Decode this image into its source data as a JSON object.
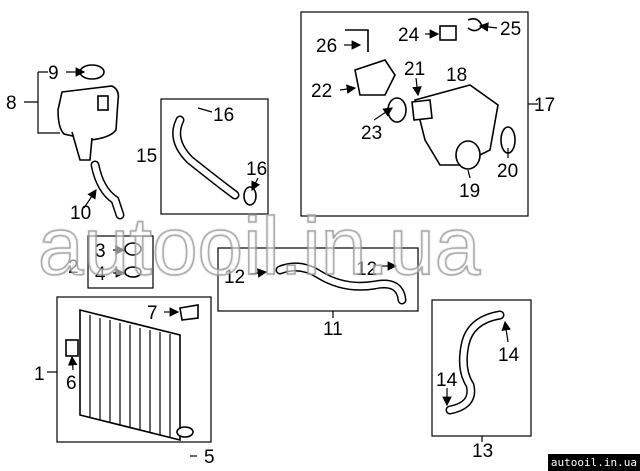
{
  "callouts": {
    "c1": "1",
    "c2": "2",
    "c3": "3",
    "c4": "4",
    "c5": "5",
    "c6": "6",
    "c7": "7",
    "c8": "8",
    "c9": "9",
    "c10": "10",
    "c11": "11",
    "c12a": "12",
    "c12b": "12",
    "c13": "13",
    "c14a": "14",
    "c14b": "14",
    "c15": "15",
    "c16a": "16",
    "c16b": "16",
    "c17": "17",
    "c18": "18",
    "c19": "19",
    "c20": "20",
    "c21": "21",
    "c22": "22",
    "c23": "23",
    "c24": "24",
    "c25": "25",
    "c26": "26"
  },
  "watermark": "autooil.in.ua",
  "badge": "autooil.in.ua"
}
